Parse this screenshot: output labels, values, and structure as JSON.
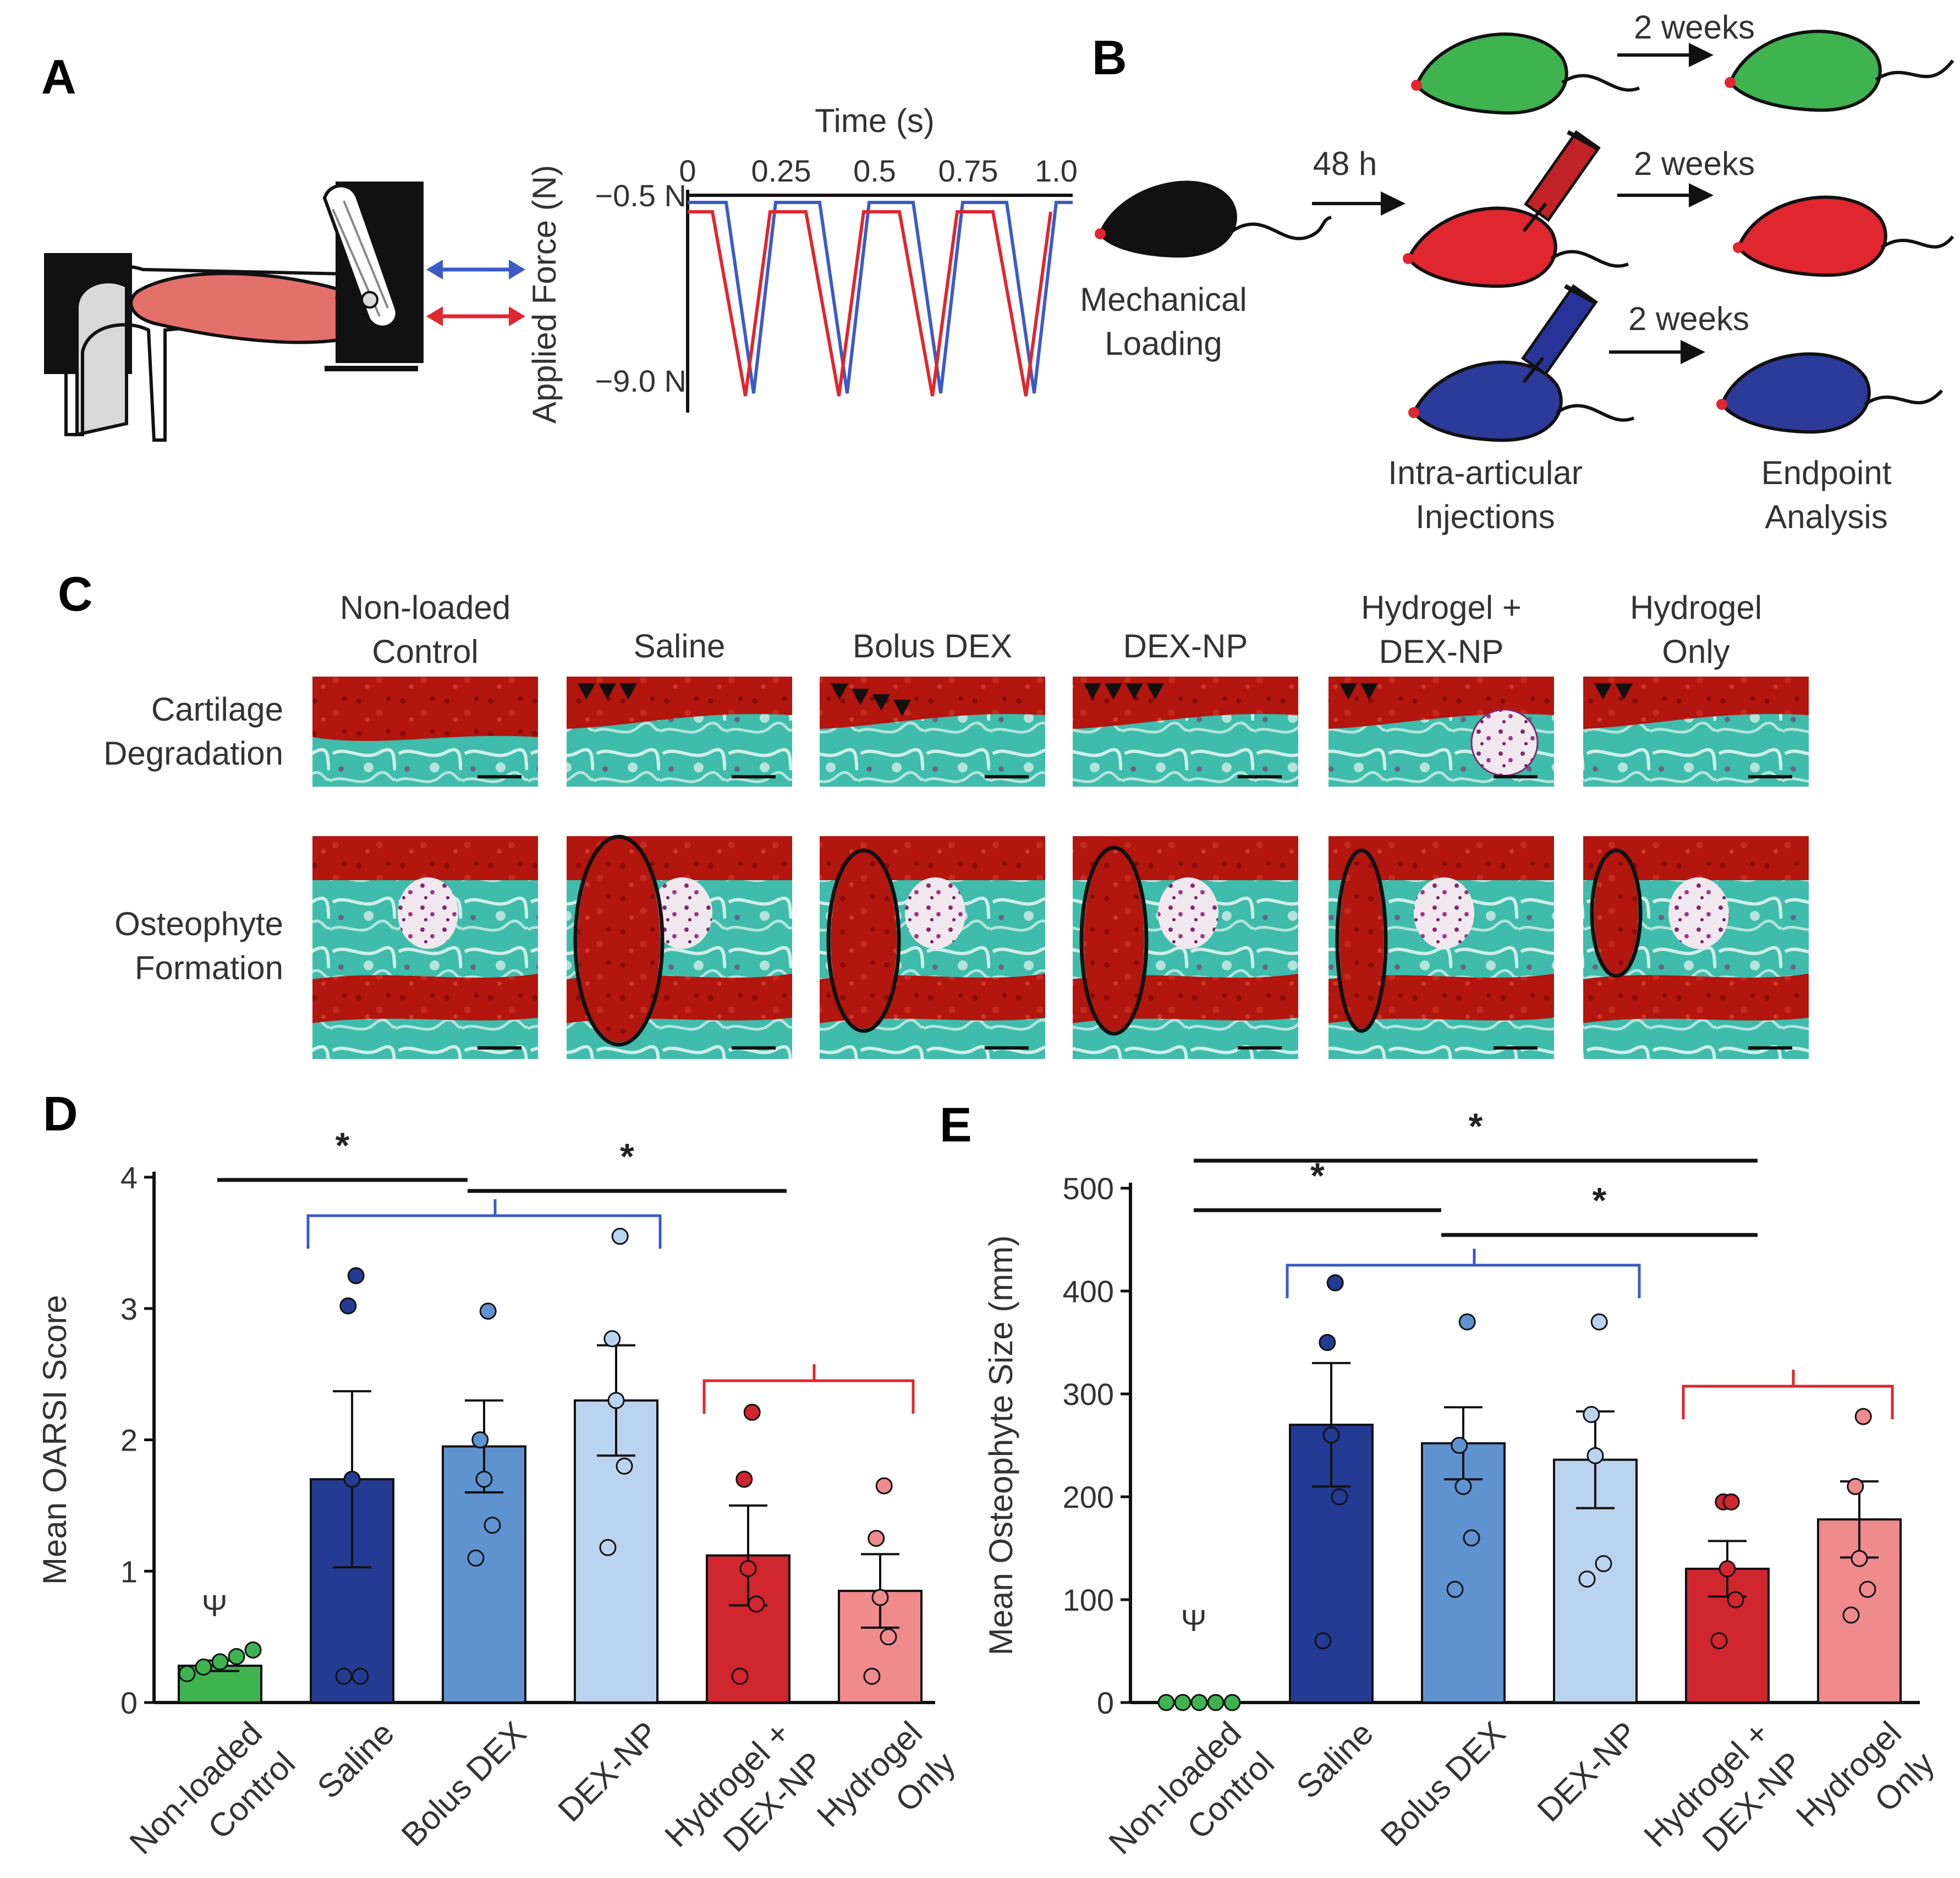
{
  "panels": {
    "a": "A",
    "b": "B",
    "c": "C",
    "d": "D",
    "e": "E"
  },
  "colors": {
    "green": "#3fb34f",
    "saline": "#243b93",
    "bolus": "#5f93cf",
    "dexnp": "#bad3ef",
    "hydro_dexnp": "#d0262e",
    "hydro_only": "#ef8a8d",
    "blue_line": "#3b5bc6",
    "red_line": "#e0262e",
    "safranin": "#b3150f",
    "fastgreen": "#35b5a6",
    "tissue": "#e4706b"
  },
  "panel_a": {
    "time_label": "Time (s)",
    "time_ticks": [
      "0",
      "0.25",
      "0.5",
      "0.75",
      "1.0"
    ],
    "force_label": "Applied Force (N)",
    "force_ticks": [
      "−0.5 N",
      "−9.0 N"
    ]
  },
  "panel_b": {
    "step_48h": "48 h",
    "step_2w": "2 weeks",
    "mech_loading_1": "Mechanical",
    "mech_loading_2": "Loading",
    "ia_1": "Intra-articular",
    "ia_2": "Injections",
    "endpoint_1": "Endpoint",
    "endpoint_2": "Analysis"
  },
  "panel_c": {
    "columns": [
      [
        "Non-loaded",
        "Control"
      ],
      [
        "Saline"
      ],
      [
        "Bolus DEX"
      ],
      [
        "DEX-NP"
      ],
      [
        "Hydrogel +",
        "DEX-NP"
      ],
      [
        "Hydrogel",
        "Only"
      ]
    ],
    "rows": [
      [
        "Cartilage",
        "Degradation"
      ],
      [
        "Osteophyte",
        "Formation"
      ]
    ],
    "arrowheads": [
      0,
      3,
      4,
      4,
      2,
      2
    ]
  },
  "groups": [
    [
      "Non-loaded",
      "Control"
    ],
    [
      "Saline"
    ],
    [
      "Bolus DEX"
    ],
    [
      "DEX-NP"
    ],
    [
      "Hydrogel +",
      "DEX-NP"
    ],
    [
      "Hydrogel",
      "Only"
    ]
  ],
  "chart_data": [
    {
      "type": "bar",
      "panel": "D",
      "ylabel": "Mean OARSI Score",
      "ylim": [
        0,
        4
      ],
      "yticks": [
        0,
        1,
        2,
        3,
        4
      ],
      "values": [
        0.28,
        1.7,
        1.95,
        2.3,
        1.12,
        0.85
      ],
      "sem": [
        0.04,
        0.67,
        0.35,
        0.42,
        0.38,
        0.28
      ],
      "points": [
        [
          0.22,
          0.27,
          0.31,
          0.35,
          0.4
        ],
        [
          0.2,
          0.2,
          1.7,
          3.02,
          3.25
        ],
        [
          1.1,
          1.35,
          1.7,
          2.0,
          2.98
        ],
        [
          1.18,
          1.8,
          2.3,
          2.77,
          3.55
        ],
        [
          0.2,
          0.75,
          1.02,
          1.7,
          2.21
        ],
        [
          0.2,
          0.5,
          0.8,
          1.25,
          1.65
        ]
      ],
      "annotations": [
        "*",
        "*",
        "Ψ"
      ]
    },
    {
      "type": "bar",
      "panel": "E",
      "ylabel": "Mean Osteophyte Size (mm)",
      "ylim": [
        0,
        500
      ],
      "yticks": [
        0,
        100,
        200,
        300,
        400,
        500
      ],
      "values": [
        0,
        270,
        252,
        236,
        130,
        178
      ],
      "sem": [
        0,
        60,
        35,
        47,
        27,
        37
      ],
      "points": [
        [
          0,
          0,
          0,
          0,
          0
        ],
        [
          60,
          200,
          260,
          350,
          408
        ],
        [
          110,
          160,
          210,
          250,
          370
        ],
        [
          120,
          135,
          240,
          280,
          370
        ],
        [
          60,
          100,
          130,
          195,
          195
        ],
        [
          85,
          110,
          140,
          210,
          278
        ]
      ],
      "annotations": [
        "*",
        "*",
        "*",
        "Ψ"
      ]
    }
  ]
}
